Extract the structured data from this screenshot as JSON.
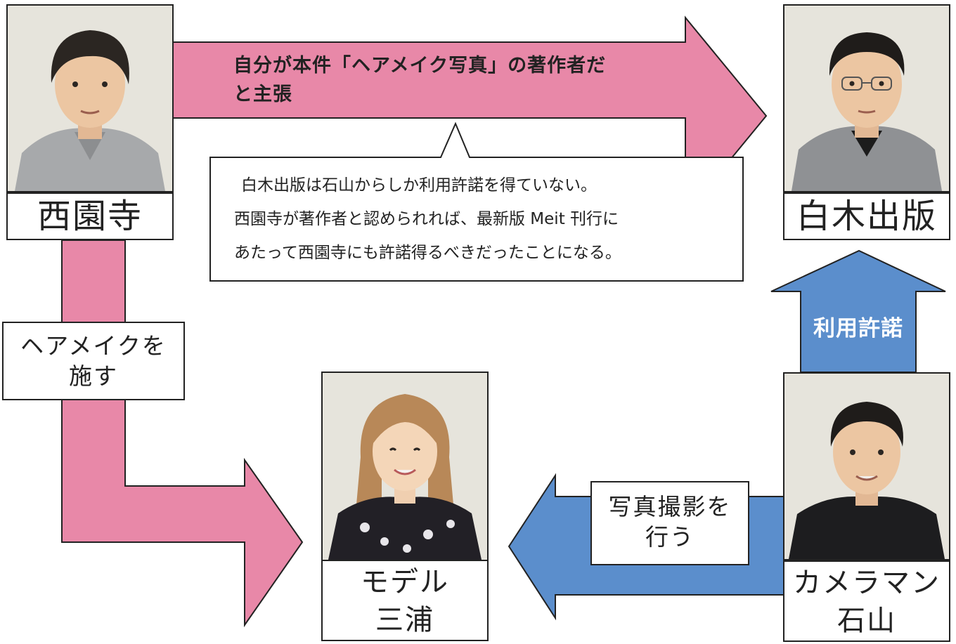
{
  "people": {
    "saionji": {
      "name": "西園寺"
    },
    "shiraki": {
      "name": "白木出版"
    },
    "model": {
      "role": "モデル",
      "name": "三浦"
    },
    "ishiyama": {
      "role": "カメラマン",
      "name": "石山"
    }
  },
  "arrows": {
    "claim": {
      "text_line1": "自分が本件「ヘアメイク写真」の著作者だ",
      "text_line2": "と主張",
      "color": "#e888a8"
    },
    "hair": {
      "label_line1": "ヘアメイクを",
      "label_line2": "施す",
      "color": "#e888a8"
    },
    "license": {
      "label": "利用許諾",
      "color": "#5b8ecc"
    },
    "photo": {
      "label_line1": "写真撮影を",
      "label_line2": "行う",
      "color": "#5b8ecc"
    }
  },
  "note": {
    "line1": "白木出版は石山からしか利用許諾を得ていない。",
    "line2": "西園寺が著作者と認められれば、最新版 Meit 刊行に",
    "line3": "あたって西園寺にも許諾得るべきだったことになる。"
  }
}
